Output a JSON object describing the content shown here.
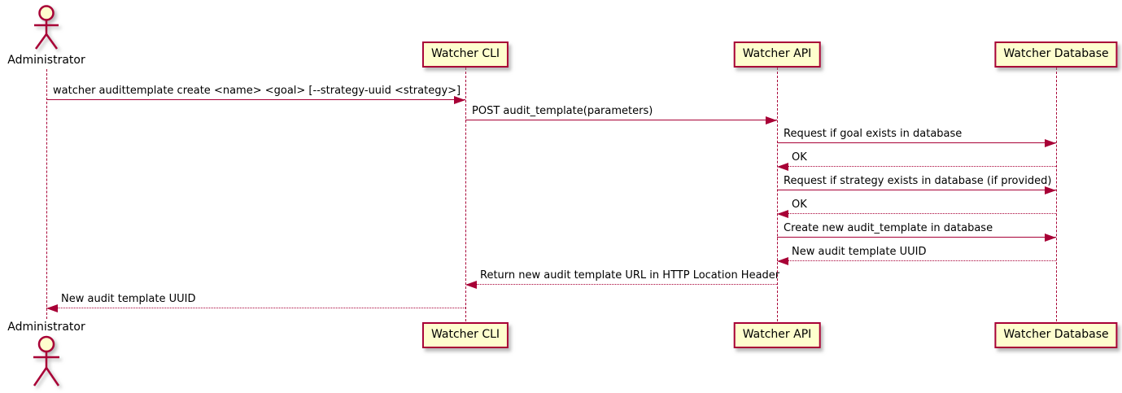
{
  "diagram": {
    "kind": "uml-sequence-diagram",
    "colors": {
      "stroke": "#A80036",
      "participant_fill": "#FEFECE",
      "text": "#000000",
      "background": "#ffffff"
    }
  },
  "actor": {
    "label": "Administrator"
  },
  "participants": [
    {
      "id": "cli",
      "label": "Watcher CLI"
    },
    {
      "id": "api",
      "label": "Watcher API"
    },
    {
      "id": "db",
      "label": "Watcher Database"
    }
  ],
  "messages": [
    {
      "from": "actor",
      "to": "cli",
      "style": "solid",
      "label": "watcher audittemplate create <name> <goal> [--strategy-uuid <strategy>]"
    },
    {
      "from": "cli",
      "to": "api",
      "style": "solid",
      "label": "POST audit_template(parameters)"
    },
    {
      "from": "api",
      "to": "db",
      "style": "solid",
      "label": "Request if goal exists in database"
    },
    {
      "from": "db",
      "to": "api",
      "style": "dotted",
      "label": "OK"
    },
    {
      "from": "api",
      "to": "db",
      "style": "solid",
      "label": "Request if strategy exists in database (if provided)"
    },
    {
      "from": "db",
      "to": "api",
      "style": "dotted",
      "label": "OK"
    },
    {
      "from": "api",
      "to": "db",
      "style": "solid",
      "label": "Create new audit_template in database"
    },
    {
      "from": "db",
      "to": "api",
      "style": "dotted",
      "label": "New audit template UUID"
    },
    {
      "from": "api",
      "to": "cli",
      "style": "dotted",
      "label": "Return new audit template URL in HTTP Location Header"
    },
    {
      "from": "cli",
      "to": "actor",
      "style": "dotted",
      "label": "New audit template UUID"
    }
  ]
}
